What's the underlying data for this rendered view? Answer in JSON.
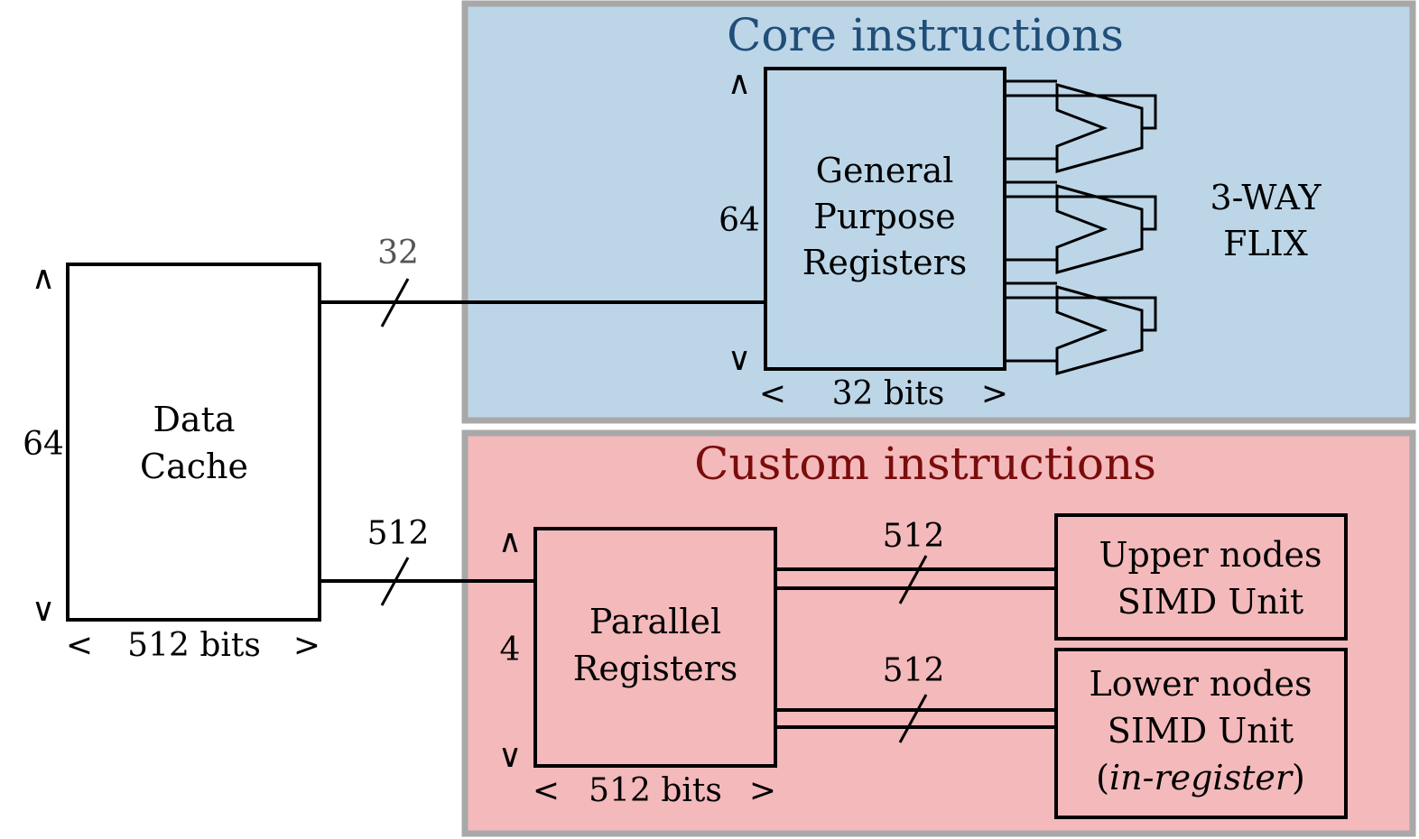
{
  "colors": {
    "core_panel_fill": "#bcd6e8",
    "custom_panel_fill": "#f4b9bb",
    "panel_border": "#a8a8a8",
    "core_title": "#1f4e79",
    "custom_title": "#7a0c0c",
    "stroke": "#000000"
  },
  "core": {
    "title": "Core instructions",
    "gpr": {
      "line1": "General",
      "line2": "Purpose",
      "line3": "Registers"
    },
    "height_label": "64",
    "width_label": "32 bits",
    "flix": {
      "line1": "3-WAY",
      "line2": "FLIX"
    }
  },
  "custom": {
    "title": "Custom instructions",
    "parallel": {
      "line1": "Parallel",
      "line2": "Registers"
    },
    "height_label": "4",
    "width_label": "512 bits",
    "upper": {
      "line1": "Upper nodes",
      "line2": "SIMD Unit"
    },
    "lower": {
      "line1": "Lower nodes",
      "line2": "SIMD Unit",
      "line3_open": "(",
      "line3_italic": "in-register",
      "line3_close": ")"
    },
    "bus_upper_label": "512",
    "bus_lower_label": "512"
  },
  "cache": {
    "line1": "Data",
    "line2": "Cache",
    "height_label": "64",
    "width_label": "512 bits",
    "bus_core_label": "32",
    "bus_custom_label": "512"
  },
  "arrows": {
    "up": "∧",
    "down": "∨",
    "left": "<",
    "right": ">"
  }
}
